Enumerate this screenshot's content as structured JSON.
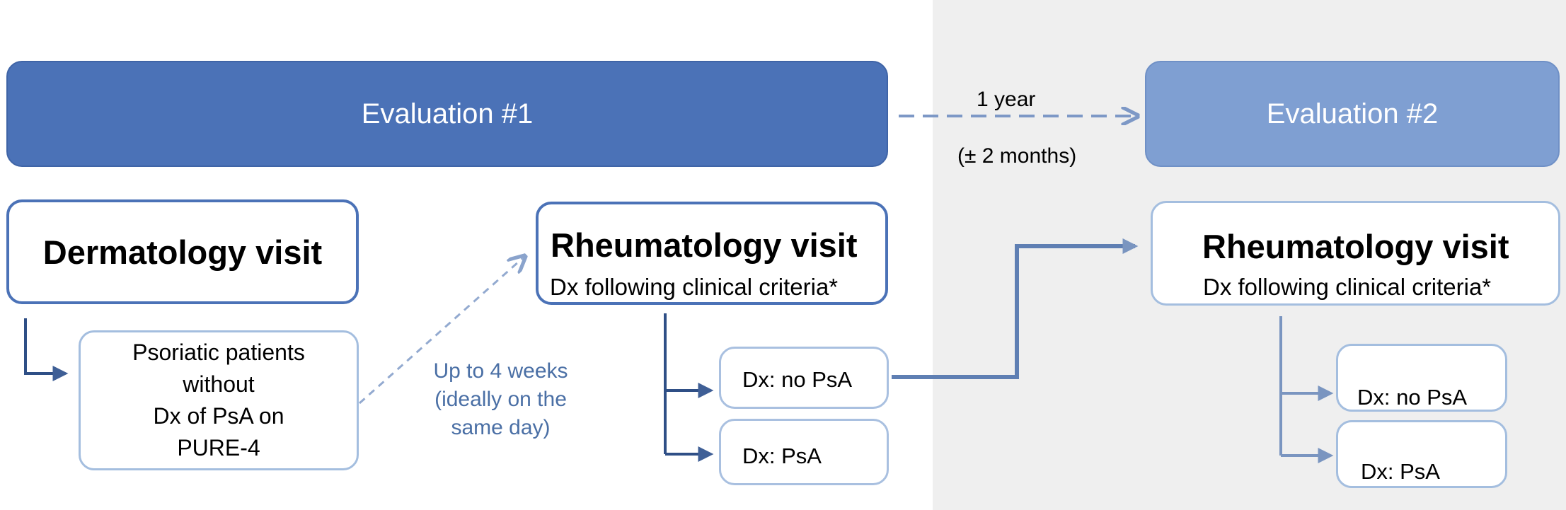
{
  "colors": {
    "banner1": "#4b72b7",
    "banner2": "#7f9fd2",
    "dark_border": "#4b72b7",
    "light_border": "#a4bedf",
    "panel": "#efefef",
    "note_text": "#4a6fa5"
  },
  "evaluation1": {
    "label": "Evaluation #1"
  },
  "evaluation2": {
    "label": "Evaluation #2"
  },
  "interval": {
    "line1": "1 year",
    "line2": "(± 2 months)"
  },
  "dermatology": {
    "title": "Dermatology visit",
    "patients": [
      "Psoriatic patients",
      "without",
      "Dx of PsA on",
      "PURE-4"
    ]
  },
  "delay_note": [
    "Up to 4 weeks",
    "(ideally on the",
    "same day)"
  ],
  "rheum1": {
    "title": "Rheumatology visit",
    "subtitle": "Dx following clinical criteria*",
    "outcomes": [
      "Dx: no PsA",
      "Dx: PsA"
    ]
  },
  "rheum2": {
    "title": "Rheumatology visit",
    "subtitle": "Dx following clinical criteria*",
    "outcomes": [
      "Dx: no PsA",
      "Dx: PsA"
    ]
  }
}
